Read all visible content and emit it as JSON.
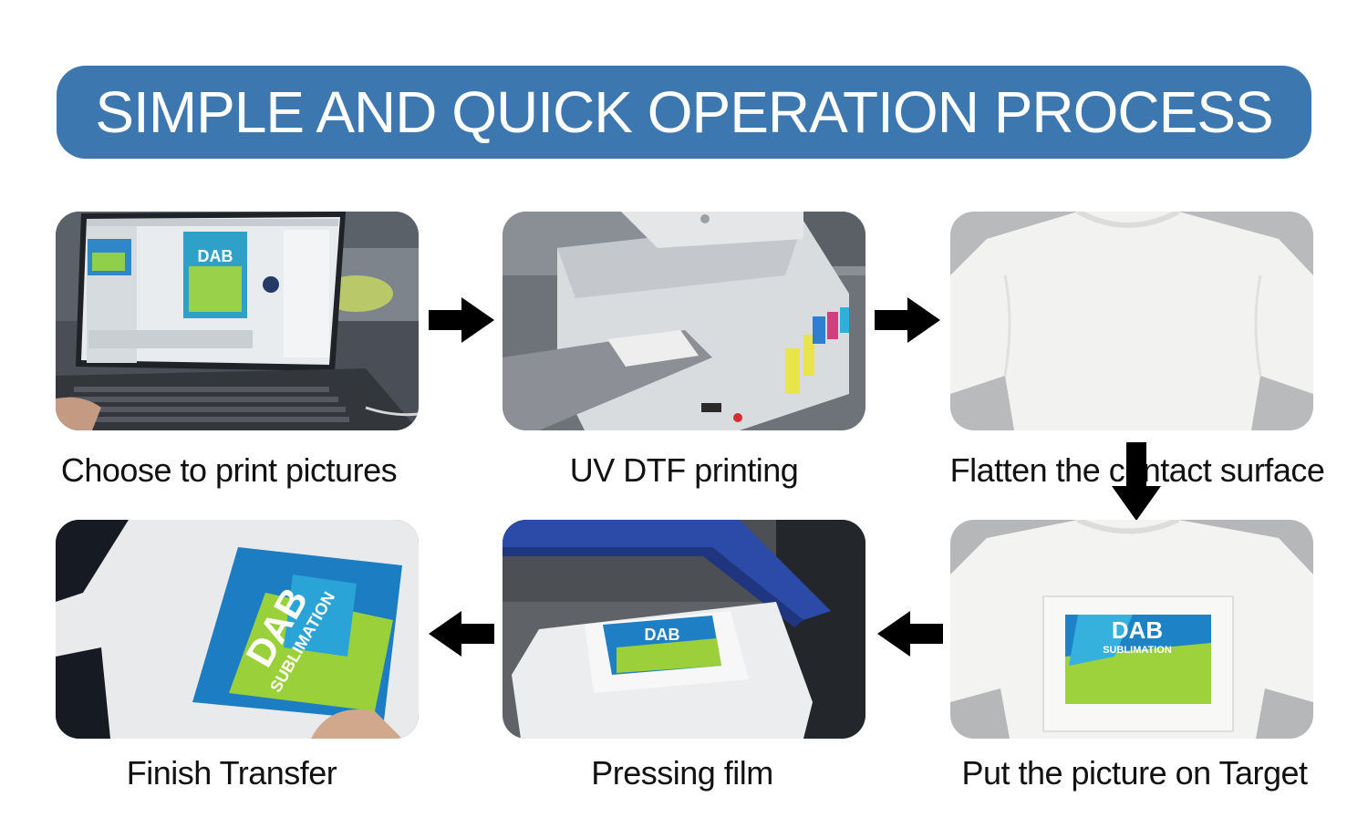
{
  "title": "SIMPLE AND QUICK OPERATION PROCESS",
  "colors": {
    "banner": "#3d77af",
    "arrow": "#000000"
  },
  "steps": [
    {
      "caption": "Choose to print pictures"
    },
    {
      "caption": "UV DTF printing"
    },
    {
      "caption": "Flatten the contact surface"
    },
    {
      "caption": "Put the picture on Target"
    },
    {
      "caption": "Pressing film"
    },
    {
      "caption": "Finish Transfer"
    }
  ],
  "print_design": {
    "brand": "DAB",
    "line": "SUBLIMATION"
  },
  "icons": [
    "arrow-right-icon",
    "arrow-down-icon",
    "arrow-left-icon"
  ]
}
